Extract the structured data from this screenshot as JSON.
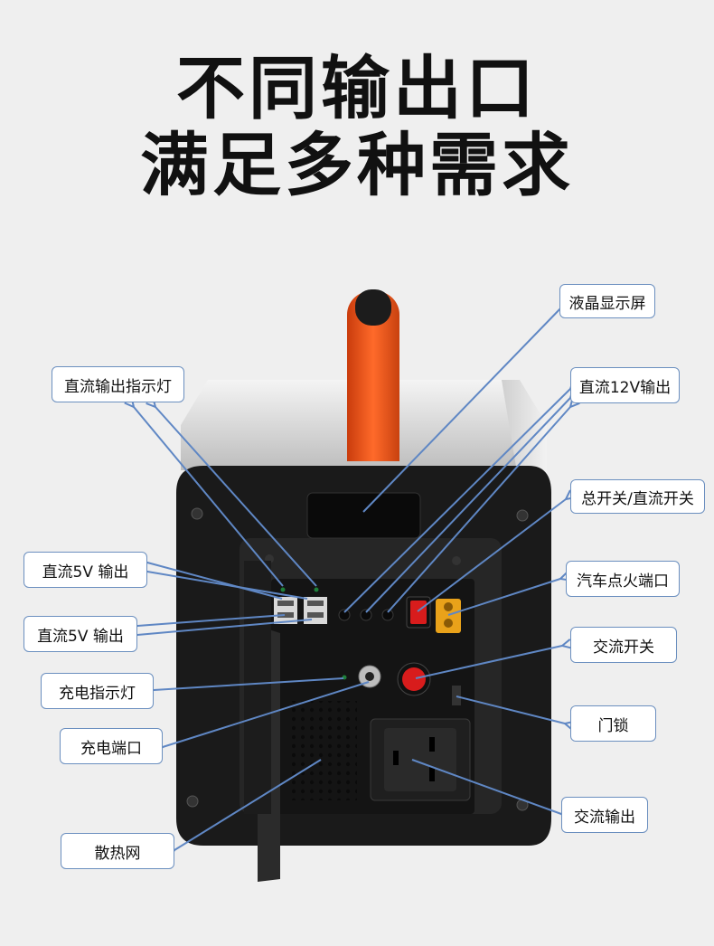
{
  "headline": {
    "line1": "不同输出口",
    "line2": "满足多种需求"
  },
  "labels": {
    "lcd": "液晶显示屏",
    "dc_indicator": "直流输出指示灯",
    "dc12v": "直流12V输出",
    "main_switch": "总开关/直流开关",
    "dc5v_a": "直流5V 输出",
    "car_port": "汽车点火端口",
    "dc5v_b": "直流5V 输出",
    "ac_switch": "交流开关",
    "charge_indicator": "充电指示灯",
    "door_lock": "门锁",
    "charge_port": "充电端口",
    "ac_output": "交流输出",
    "vent": "散热网"
  },
  "colors": {
    "callout_line": "#5f87c4",
    "handle_orange": "#f15a24",
    "body_black": "#1a1a1a",
    "rocker_red": "#d81c1c",
    "xt_yellow": "#e9a21a"
  }
}
